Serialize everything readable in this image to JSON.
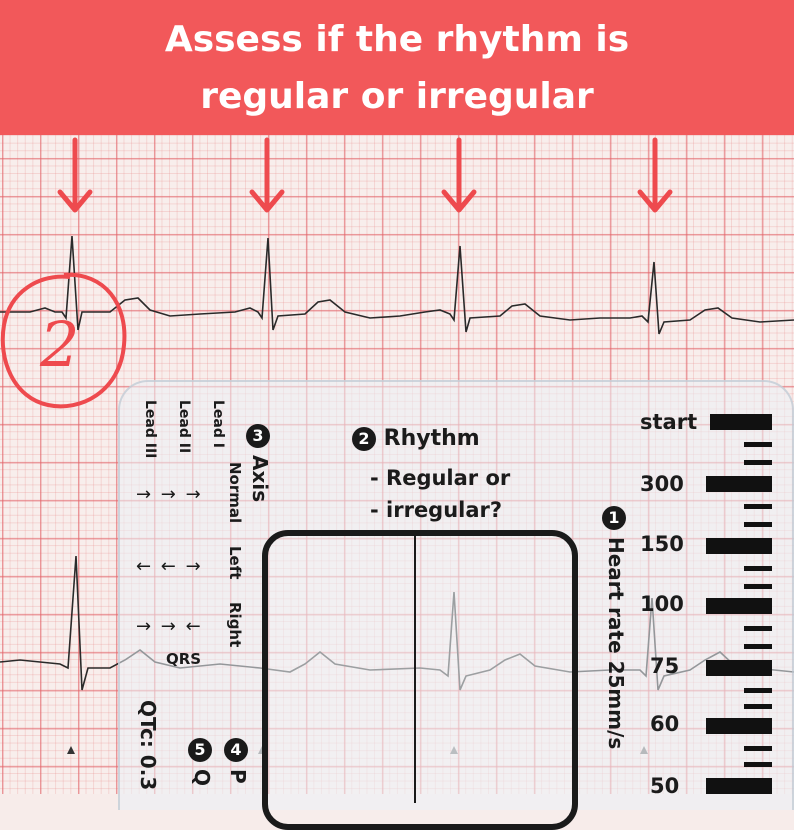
{
  "banner": {
    "line1": "Assess if the rhythm is",
    "line2": "regular or irregular"
  },
  "annotation": {
    "circled_number": "2"
  },
  "ruler": {
    "rhythm_step_number": "2",
    "rhythm_title": "Rhythm",
    "rhythm_line1": "- Regular or",
    "rhythm_line2": "- irregular?",
    "axis_step_number": "3",
    "axis_title": "Axis",
    "axis_normal": "Normal",
    "axis_left": "Left",
    "axis_right": "Right",
    "lead_i": "Lead I",
    "lead_ii": "Lead II",
    "lead_iii": "Lead III",
    "arrows_normal": "→ → →",
    "arrows_left": "← ← →",
    "arrows_right": "→ → ←",
    "qrs_label": "QRS",
    "heart_rate_step_number": "1",
    "heart_rate_title": "Heart rate 25mm/s",
    "step4_number": "4",
    "step4_text": "P",
    "step5_number": "5",
    "step5_text": "Q",
    "qtc_label": "QTc: 0.3",
    "scale": [
      "start",
      "300",
      "150",
      "100",
      "75",
      "60",
      "50"
    ]
  },
  "colors": {
    "banner": "#f2585a",
    "arrow": "#ee4a4e",
    "grid": "#e26268",
    "trace": "#2a2a2a"
  }
}
